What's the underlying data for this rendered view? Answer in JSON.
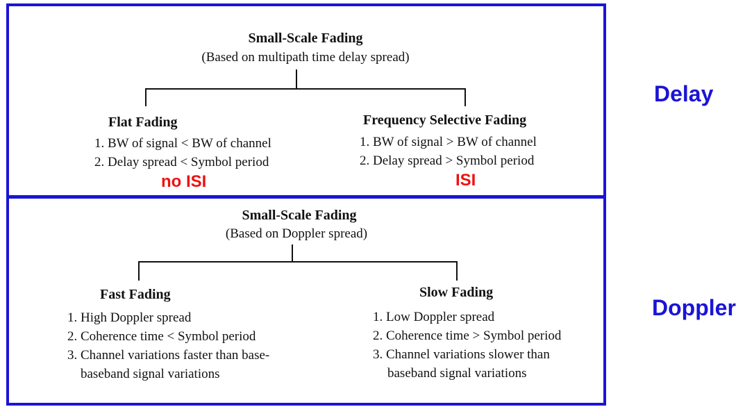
{
  "delay_panel": {
    "title": "Small-Scale Fading",
    "subtitle": "(Based on multipath time delay spread)",
    "left": {
      "title": "Flat Fading",
      "items": [
        "1. BW of signal < BW of channel",
        "2. Delay spread < Symbol period"
      ],
      "note": "no ISI"
    },
    "right": {
      "title": "Frequency Selective Fading",
      "items": [
        "1. BW of signal > BW of channel",
        "2. Delay spread > Symbol period"
      ],
      "note": "ISI"
    }
  },
  "doppler_panel": {
    "title": "Small-Scale Fading",
    "subtitle": "(Based on Doppler spread)",
    "left": {
      "title": "Fast Fading",
      "items": [
        "1. High Doppler spread",
        "2. Coherence time < Symbol period",
        "3. Channel variations faster than base-",
        "baseband signal variations"
      ]
    },
    "right": {
      "title": "Slow Fading",
      "items": [
        "1. Low Doppler spread",
        "2. Coherence time > Symbol period",
        "3. Channel variations slower than",
        "baseband signal variations"
      ]
    }
  },
  "side_labels": {
    "delay": "Delay",
    "doppler": "Doppler"
  },
  "colors": {
    "frame": "#1a14d6",
    "note": "#ee1111",
    "side_label": "#1a14d6"
  }
}
